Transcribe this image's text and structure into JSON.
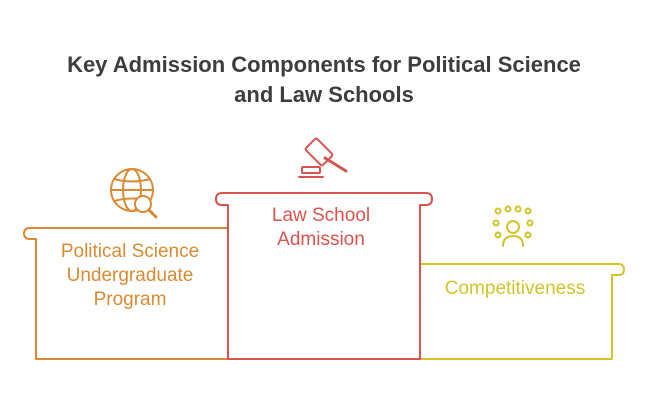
{
  "title": {
    "line1": "Key Admission Components for Political Science",
    "line2": "and Law Schools"
  },
  "steps": [
    {
      "line1": "Political Science",
      "line2": "Undergraduate",
      "line3": "Program",
      "icon": "globe-search-icon",
      "color": "#d98a32"
    },
    {
      "line1": "Law School",
      "line2": "Admission",
      "icon": "gavel-icon",
      "color": "#d9534f"
    },
    {
      "line1": "Competitiveness",
      "icon": "crowd-person-icon",
      "color": "#d4c42a"
    }
  ]
}
